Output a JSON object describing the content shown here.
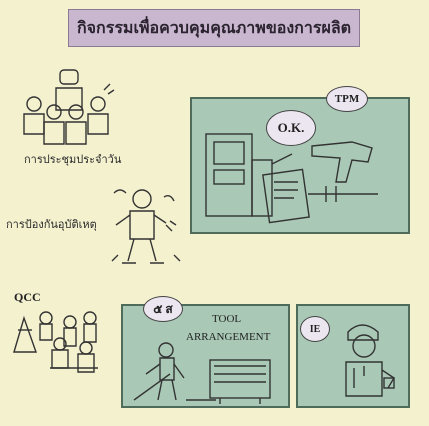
{
  "title": "กิจกรรมเพื่อควบคุมคุณภาพของการผลิต",
  "labels": {
    "meeting": "การประชุมประจำวัน",
    "accident": "การป้องกันอุบัติเหตุ",
    "qcc": "QCC"
  },
  "panels": {
    "tpm": {
      "badge": "TPM",
      "bubble": "O.K."
    },
    "five_s": {
      "badge": "๕ ส",
      "caption_line1": "TOOL",
      "caption_line2": "ARRANGEMENT"
    },
    "ie": {
      "badge": "IE"
    }
  },
  "colors": {
    "background": "#f4f1cf",
    "panel": "#a9c9b6",
    "title_box": "#c9b6cf",
    "bubble": "#ece6f0"
  }
}
